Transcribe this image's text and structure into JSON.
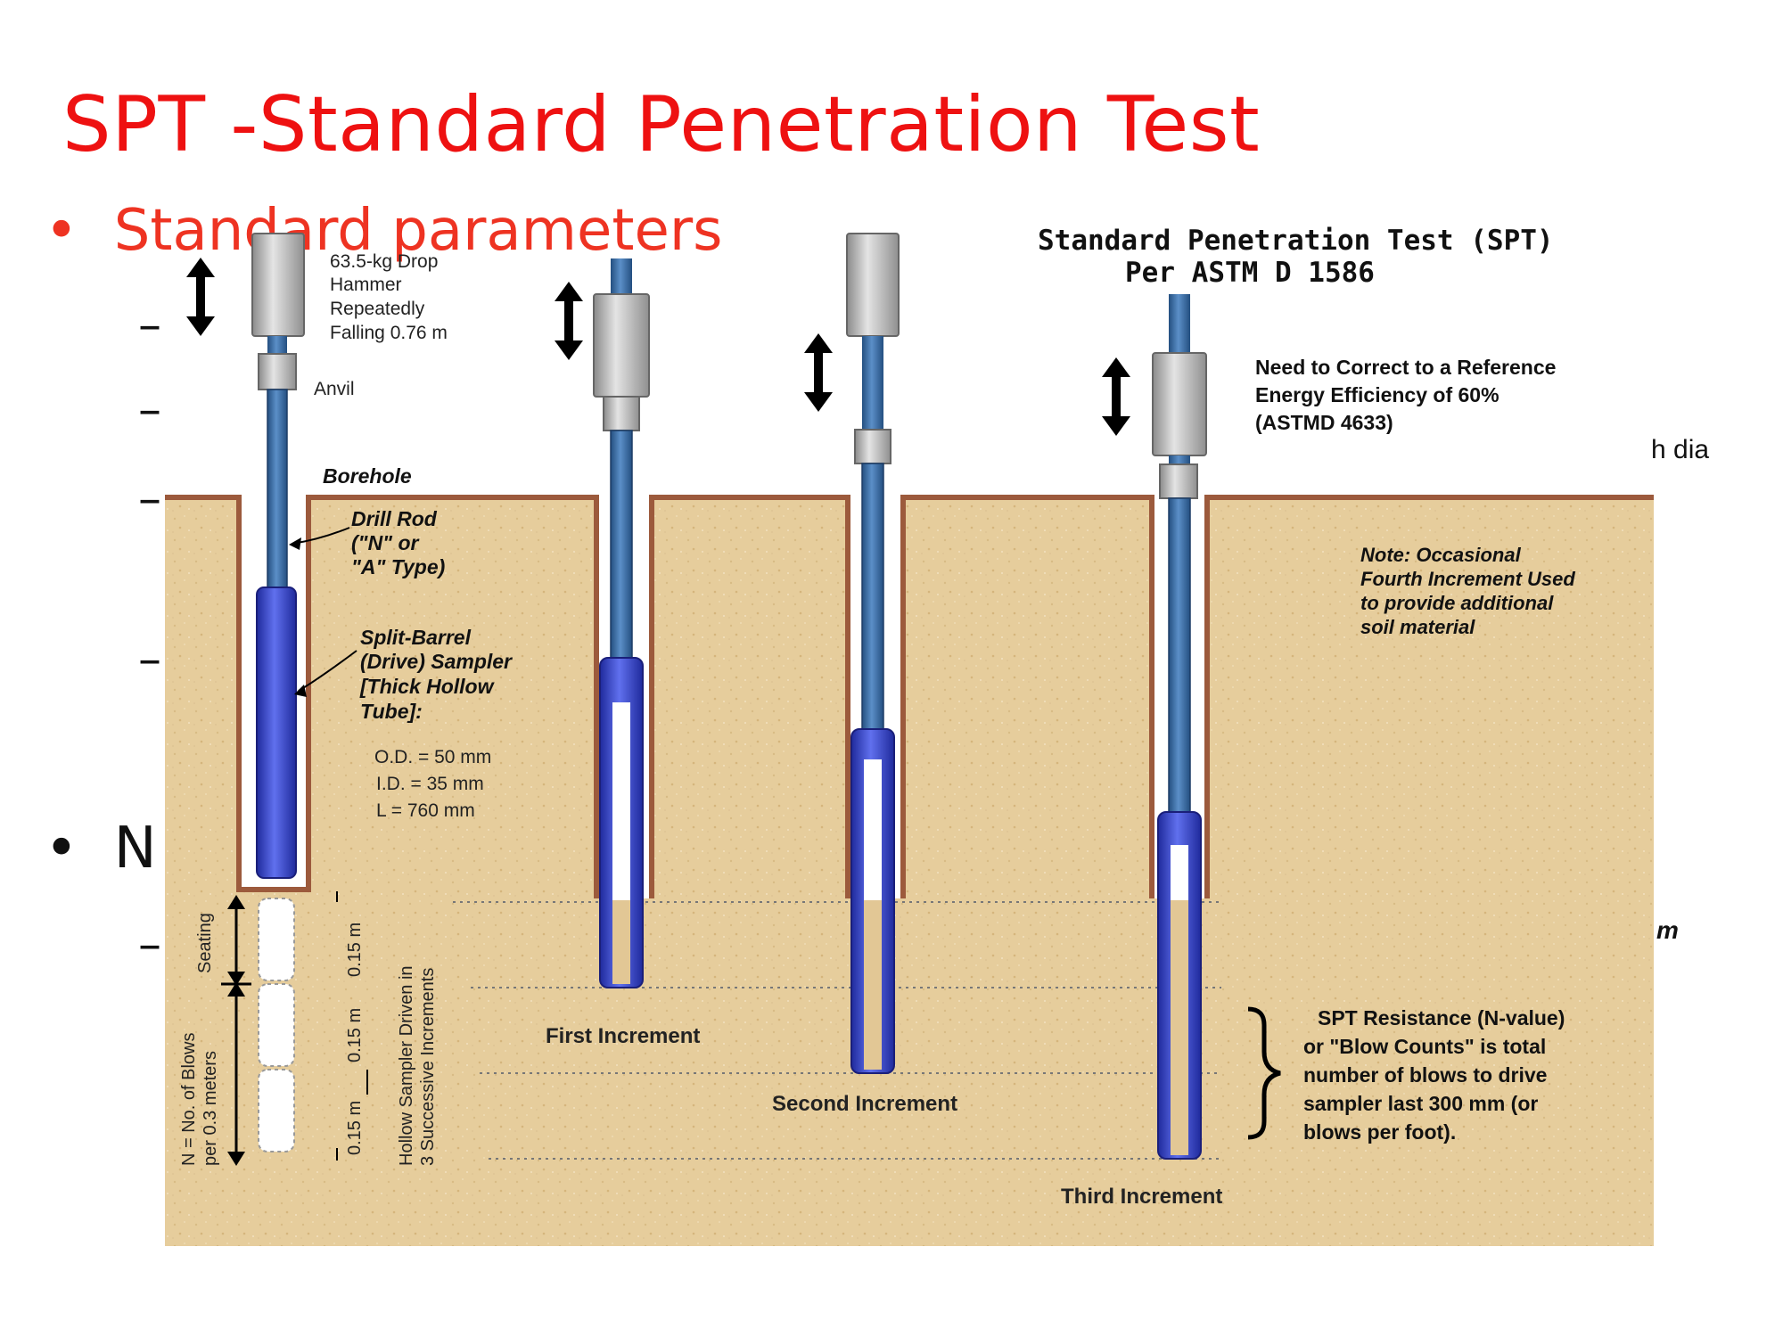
{
  "slide": {
    "title": "SPT -Standard Penetration Test",
    "bullet_1": "Standard parameters",
    "bullet_2": "N",
    "dash": "–",
    "behind_text_1": "h dia",
    "behind_text_2": "m"
  },
  "diagram": {
    "title_line1": "Standard Penetration Test (SPT)",
    "title_line2": "Per ASTM D 1586",
    "hammer_l1": "63.5-kg Drop",
    "hammer_l2": "Hammer",
    "hammer_l3": "Repeatedly",
    "hammer_l4": "Falling 0.76 m",
    "anvil": "Anvil",
    "borehole": "Borehole",
    "drill_rod_l1": "Drill Rod",
    "drill_rod_l2": "(\"N\" or",
    "drill_rod_l3": "\"A\" Type)",
    "sampler_l1": "Split-Barrel",
    "sampler_l2": "(Drive) Sampler",
    "sampler_l3": "[Thick Hollow",
    "sampler_l4": "Tube]:",
    "od": "O.D. = 50 mm",
    "id": "I.D. = 35 mm",
    "len": "L =  760 mm",
    "correct_l1": "Need to Correct to a Reference",
    "correct_l2": "Energy Efficiency of 60%",
    "correct_l3": "(ASTMD 4633)",
    "note_l1": "Note: Occasional",
    "note_l2": "Fourth Increment Used",
    "note_l3": "to provide additional",
    "note_l4": "soil material",
    "first_increment": "First Increment",
    "second_increment": "Second Increment",
    "third_increment": "Third Increment",
    "resistance_l1": "SPT Resistance (N-value)",
    "resistance_l2": "or \"Blow Counts\" is total",
    "resistance_l3": "number of blows to drive",
    "resistance_l4": "sampler last 300 mm (or",
    "resistance_l5": "blows per foot).",
    "seating": "Seating",
    "n_blows_l1": "N = No. of Blows",
    "n_blows_l2": "per 0.3 meters",
    "inc_015": "0.15 m",
    "hollow_l1": "Hollow Sampler Driven in",
    "hollow_l2": "3 Successive Increments"
  },
  "colors": {
    "title_red": "#ee1111",
    "soil": "#e6cd9c",
    "borehole_wall": "#9c5a3c",
    "rod_blue": "#3a6fa8",
    "sampler_blue": "#3344cc",
    "hammer_gray": "#b8b8b8"
  }
}
